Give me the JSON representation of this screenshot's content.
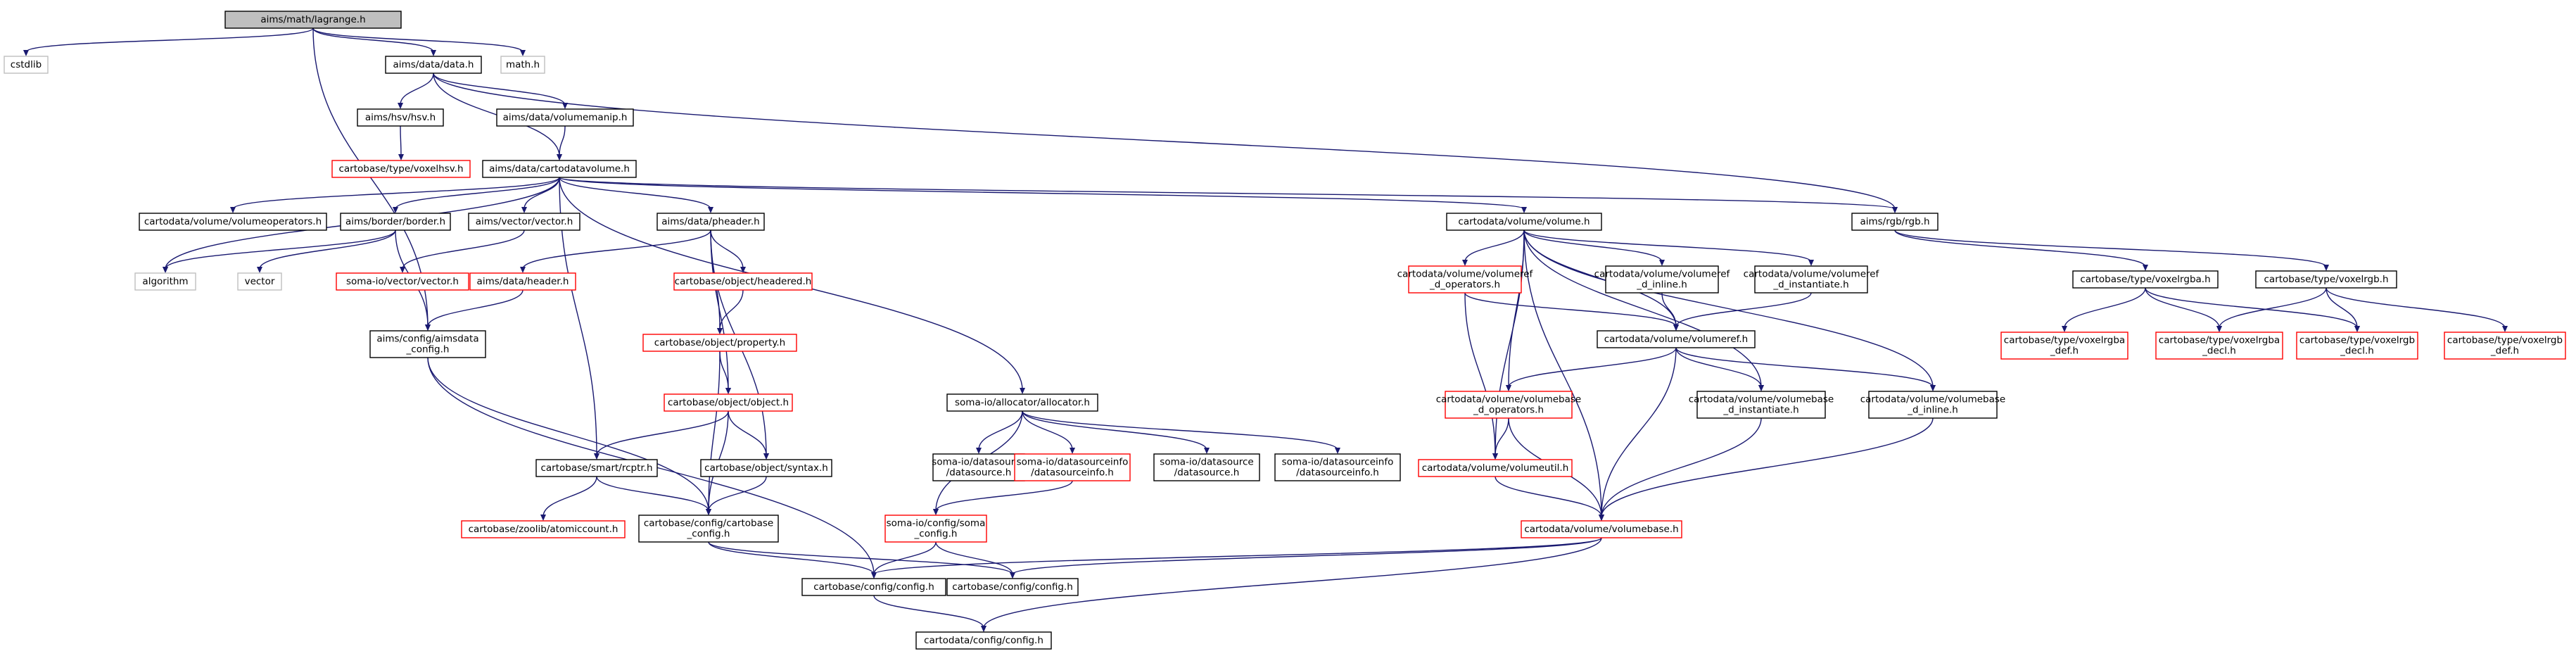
{
  "colors": {
    "edge": "#191970",
    "border_normal": "#000000",
    "border_missing": "#ff0000",
    "border_system": "#bfbfbf",
    "root_fill": "#bfbfbf",
    "node_fill": "#ffffff"
  },
  "nodes": [
    {
      "id": "lagrange",
      "lines": [
        "aims/math/lagrange.h"
      ],
      "kind": "root"
    },
    {
      "id": "cstdlib",
      "lines": [
        "cstdlib"
      ],
      "kind": "system"
    },
    {
      "id": "data",
      "lines": [
        "aims/data/data.h"
      ],
      "kind": "normal"
    },
    {
      "id": "math",
      "lines": [
        "math.h"
      ],
      "kind": "system"
    },
    {
      "id": "hsv",
      "lines": [
        "aims/hsv/hsv.h"
      ],
      "kind": "normal"
    },
    {
      "id": "volumemanip",
      "lines": [
        "aims/data/volumemanip.h"
      ],
      "kind": "normal"
    },
    {
      "id": "voxelhsv",
      "lines": [
        "cartobase/type/voxelhsv.h"
      ],
      "kind": "missing"
    },
    {
      "id": "cartodatavolume",
      "lines": [
        "aims/data/cartodatavolume.h"
      ],
      "kind": "normal"
    },
    {
      "id": "rgb",
      "lines": [
        "aims/rgb/rgb.h"
      ],
      "kind": "normal"
    },
    {
      "id": "volumeoperators",
      "lines": [
        "cartodata/volume/volumeoperators.h"
      ],
      "kind": "normal"
    },
    {
      "id": "border",
      "lines": [
        "aims/border/border.h"
      ],
      "kind": "normal"
    },
    {
      "id": "vectorh",
      "lines": [
        "aims/vector/vector.h"
      ],
      "kind": "normal"
    },
    {
      "id": "pheader",
      "lines": [
        "aims/data/pheader.h"
      ],
      "kind": "normal"
    },
    {
      "id": "volume",
      "lines": [
        "cartodata/volume/volume.h"
      ],
      "kind": "normal"
    },
    {
      "id": "algorithm",
      "lines": [
        "algorithm"
      ],
      "kind": "system"
    },
    {
      "id": "vector",
      "lines": [
        "vector"
      ],
      "kind": "system"
    },
    {
      "id": "somavector",
      "lines": [
        "soma-io/vector/vector.h"
      ],
      "kind": "missing"
    },
    {
      "id": "header",
      "lines": [
        "aims/data/header.h"
      ],
      "kind": "missing"
    },
    {
      "id": "headered",
      "lines": [
        "cartobase/object/headered.h"
      ],
      "kind": "missing"
    },
    {
      "id": "aimsdata_config",
      "lines": [
        "aims/config/aimsdata",
        "_config.h"
      ],
      "kind": "normal"
    },
    {
      "id": "property",
      "lines": [
        "cartobase/object/property.h"
      ],
      "kind": "missing"
    },
    {
      "id": "object",
      "lines": [
        "cartobase/object/object.h"
      ],
      "kind": "missing"
    },
    {
      "id": "allocator",
      "lines": [
        "soma-io/allocator/allocator.h"
      ],
      "kind": "normal"
    },
    {
      "id": "rcptr",
      "lines": [
        "cartobase/smart/rcptr.h"
      ],
      "kind": "normal"
    },
    {
      "id": "syntax",
      "lines": [
        "cartobase/object/syntax.h"
      ],
      "kind": "normal"
    },
    {
      "id": "atomiccount",
      "lines": [
        "cartobase/zoolib/atomiccount.h"
      ],
      "kind": "missing"
    },
    {
      "id": "cartobase_config",
      "lines": [
        "cartobase/config/cartobase",
        "_config.h"
      ],
      "kind": "normal"
    },
    {
      "id": "datasource_h",
      "lines": [
        "soma-io/datasource",
        "/datasource.h"
      ],
      "kind": "normal"
    },
    {
      "id": "dsinfo_missing",
      "lines": [
        "soma-io/datasourceinfo",
        "/datasourceinfo.h"
      ],
      "kind": "missing"
    },
    {
      "id": "datasource_h2",
      "lines": [
        "soma-io/datasource",
        "/datasource.h"
      ],
      "kind": "normal"
    },
    {
      "id": "dsinfo",
      "lines": [
        "soma-io/datasourceinfo",
        "/datasourceinfo.h"
      ],
      "kind": "normal"
    },
    {
      "id": "soma_config",
      "lines": [
        "soma-io/config/soma",
        "_config.h"
      ],
      "kind": "missing"
    },
    {
      "id": "cartobase_configh",
      "lines": [
        "cartobase/config/config.h"
      ],
      "kind": "normal"
    },
    {
      "id": "cartobase_configh2",
      "lines": [
        "cartobase/config/config.h"
      ],
      "kind": "normal"
    },
    {
      "id": "cartodata_config",
      "lines": [
        "cartodata/config/config.h"
      ],
      "kind": "normal"
    },
    {
      "id": "volumeref_ops",
      "lines": [
        "cartodata/volume/volumeref",
        "_d_operators.h"
      ],
      "kind": "missing"
    },
    {
      "id": "volumeref_inline",
      "lines": [
        "cartodata/volume/volumeref",
        "_d_inline.h"
      ],
      "kind": "normal"
    },
    {
      "id": "volumeref_inst",
      "lines": [
        "cartodata/volume/volumeref",
        "_d_instantiate.h"
      ],
      "kind": "normal"
    },
    {
      "id": "volumeref",
      "lines": [
        "cartodata/volume/volumeref.h"
      ],
      "kind": "normal"
    },
    {
      "id": "vb_ops",
      "lines": [
        "cartodata/volume/volumebase",
        "_d_operators.h"
      ],
      "kind": "missing"
    },
    {
      "id": "vb_inst",
      "lines": [
        "cartodata/volume/volumebase",
        "_d_instantiate.h"
      ],
      "kind": "normal"
    },
    {
      "id": "vb_inline",
      "lines": [
        "cartodata/volume/volumebase",
        "_d_inline.h"
      ],
      "kind": "normal"
    },
    {
      "id": "volumeutil",
      "lines": [
        "cartodata/volume/volumeutil.h"
      ],
      "kind": "missing"
    },
    {
      "id": "volumebase",
      "lines": [
        "cartodata/volume/volumebase.h"
      ],
      "kind": "missing"
    },
    {
      "id": "voxelrgba",
      "lines": [
        "cartobase/type/voxelrgba.h"
      ],
      "kind": "normal"
    },
    {
      "id": "voxelrgb",
      "lines": [
        "cartobase/type/voxelrgb.h"
      ],
      "kind": "normal"
    },
    {
      "id": "voxelrgba_def",
      "lines": [
        "cartobase/type/voxelrgba",
        "_def.h"
      ],
      "kind": "missing"
    },
    {
      "id": "voxelrgba_decl",
      "lines": [
        "cartobase/type/voxelrgba",
        "_decl.h"
      ],
      "kind": "missing"
    },
    {
      "id": "voxelrgb_decl",
      "lines": [
        "cartobase/type/voxelrgb",
        "_decl.h"
      ],
      "kind": "missing"
    },
    {
      "id": "voxelrgb_def",
      "lines": [
        "cartobase/type/voxelrgb",
        "_def.h"
      ],
      "kind": "missing"
    }
  ],
  "edges": [
    [
      "lagrange",
      "cstdlib"
    ],
    [
      "lagrange",
      "data"
    ],
    [
      "lagrange",
      "math"
    ],
    [
      "lagrange",
      "aimsdata_config"
    ],
    [
      "data",
      "hsv"
    ],
    [
      "data",
      "volumemanip"
    ],
    [
      "data",
      "cartodatavolume"
    ],
    [
      "data",
      "rgb"
    ],
    [
      "hsv",
      "voxelhsv"
    ],
    [
      "volumemanip",
      "cartodatavolume"
    ],
    [
      "cartodatavolume",
      "algorithm"
    ],
    [
      "cartodatavolume",
      "volumeoperators"
    ],
    [
      "cartodatavolume",
      "border"
    ],
    [
      "cartodatavolume",
      "vectorh"
    ],
    [
      "cartodatavolume",
      "pheader"
    ],
    [
      "cartodatavolume",
      "rcptr"
    ],
    [
      "cartodatavolume",
      "allocator"
    ],
    [
      "cartodatavolume",
      "volume"
    ],
    [
      "cartodatavolume",
      "rgb"
    ],
    [
      "border",
      "algorithm"
    ],
    [
      "border",
      "vector"
    ],
    [
      "border",
      "aimsdata_config"
    ],
    [
      "vectorh",
      "somavector"
    ],
    [
      "pheader",
      "header"
    ],
    [
      "pheader",
      "headered"
    ],
    [
      "pheader",
      "property"
    ],
    [
      "pheader",
      "object"
    ],
    [
      "pheader",
      "syntax"
    ],
    [
      "header",
      "aimsdata_config"
    ],
    [
      "headered",
      "property"
    ],
    [
      "aimsdata_config",
      "cartobase_config"
    ],
    [
      "aimsdata_config",
      "cartobase_configh"
    ],
    [
      "property",
      "object"
    ],
    [
      "property",
      "cartobase_config"
    ],
    [
      "object",
      "rcptr"
    ],
    [
      "object",
      "syntax"
    ],
    [
      "object",
      "cartobase_config"
    ],
    [
      "rcptr",
      "atomiccount"
    ],
    [
      "rcptr",
      "cartobase_config"
    ],
    [
      "syntax",
      "cartobase_config"
    ],
    [
      "cartobase_config",
      "cartobase_configh"
    ],
    [
      "cartobase_config",
      "cartobase_configh2"
    ],
    [
      "allocator",
      "datasource_h"
    ],
    [
      "allocator",
      "dsinfo_missing"
    ],
    [
      "allocator",
      "soma_config"
    ],
    [
      "allocator",
      "datasource_h2"
    ],
    [
      "allocator",
      "dsinfo"
    ],
    [
      "dsinfo_missing",
      "soma_config"
    ],
    [
      "soma_config",
      "cartobase_configh"
    ],
    [
      "soma_config",
      "cartobase_configh2"
    ],
    [
      "cartobase_configh",
      "cartodata_config"
    ],
    [
      "volume",
      "volumeref_ops"
    ],
    [
      "volume",
      "volumeref_inline"
    ],
    [
      "volume",
      "volumeref_inst"
    ],
    [
      "volume",
      "volumeref"
    ],
    [
      "volume",
      "vb_ops"
    ],
    [
      "volume",
      "vb_inst"
    ],
    [
      "volume",
      "vb_inline"
    ],
    [
      "volume",
      "volumeutil"
    ],
    [
      "volume",
      "volumebase"
    ],
    [
      "volumeref_ops",
      "volumeref"
    ],
    [
      "volumeref_ops",
      "volumeutil"
    ],
    [
      "volumeref_inline",
      "volumeref"
    ],
    [
      "volumeref_inst",
      "volumeref"
    ],
    [
      "volumeref",
      "vb_ops"
    ],
    [
      "volumeref",
      "vb_inst"
    ],
    [
      "volumeref",
      "vb_inline"
    ],
    [
      "volumeref",
      "volumebase"
    ],
    [
      "vb_ops",
      "volumeutil"
    ],
    [
      "vb_ops",
      "volumebase"
    ],
    [
      "vb_inst",
      "volumebase"
    ],
    [
      "vb_inline",
      "volumebase"
    ],
    [
      "volumeutil",
      "volumebase"
    ],
    [
      "volumebase",
      "cartobase_configh"
    ],
    [
      "volumebase",
      "cartobase_configh2"
    ],
    [
      "volumebase",
      "cartodata_config"
    ],
    [
      "rgb",
      "voxelrgba"
    ],
    [
      "rgb",
      "voxelrgb"
    ],
    [
      "voxelrgba",
      "voxelrgba_def"
    ],
    [
      "voxelrgba",
      "voxelrgba_decl"
    ],
    [
      "voxelrgba",
      "voxelrgb_decl"
    ],
    [
      "voxelrgb",
      "voxelrgba_decl"
    ],
    [
      "voxelrgb",
      "voxelrgb_decl"
    ],
    [
      "voxelrgb",
      "voxelrgb_def"
    ]
  ]
}
